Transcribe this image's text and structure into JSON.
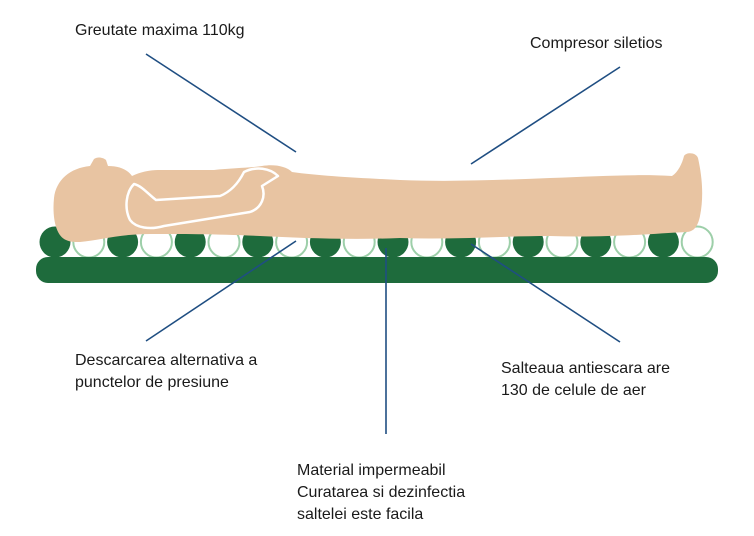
{
  "labels": {
    "weight": "Greutate maxima 110kg",
    "compressor": "Compresor siletios",
    "pressure": [
      "Descarcarea alternativa a",
      "punctelor de presiune"
    ],
    "cells": [
      "Salteaua antiescara are",
      "130 de celule de aer"
    ],
    "material": [
      "Material impermeabil",
      "Curatarea si dezinfectia",
      "saltelei este facila"
    ]
  },
  "colors": {
    "dark_green": "#1e6b3c",
    "light_green_outline": "#9dcfa9",
    "body": "#e8c4a2",
    "leader_line": "#1f4e82",
    "text": "#1a1a1a"
  },
  "cells_pattern": [
    "dark",
    "light",
    "dark",
    "light",
    "dark",
    "light",
    "dark",
    "light",
    "dark",
    "light",
    "dark",
    "light",
    "dark",
    "light",
    "dark",
    "light",
    "dark",
    "light",
    "dark",
    "light"
  ]
}
